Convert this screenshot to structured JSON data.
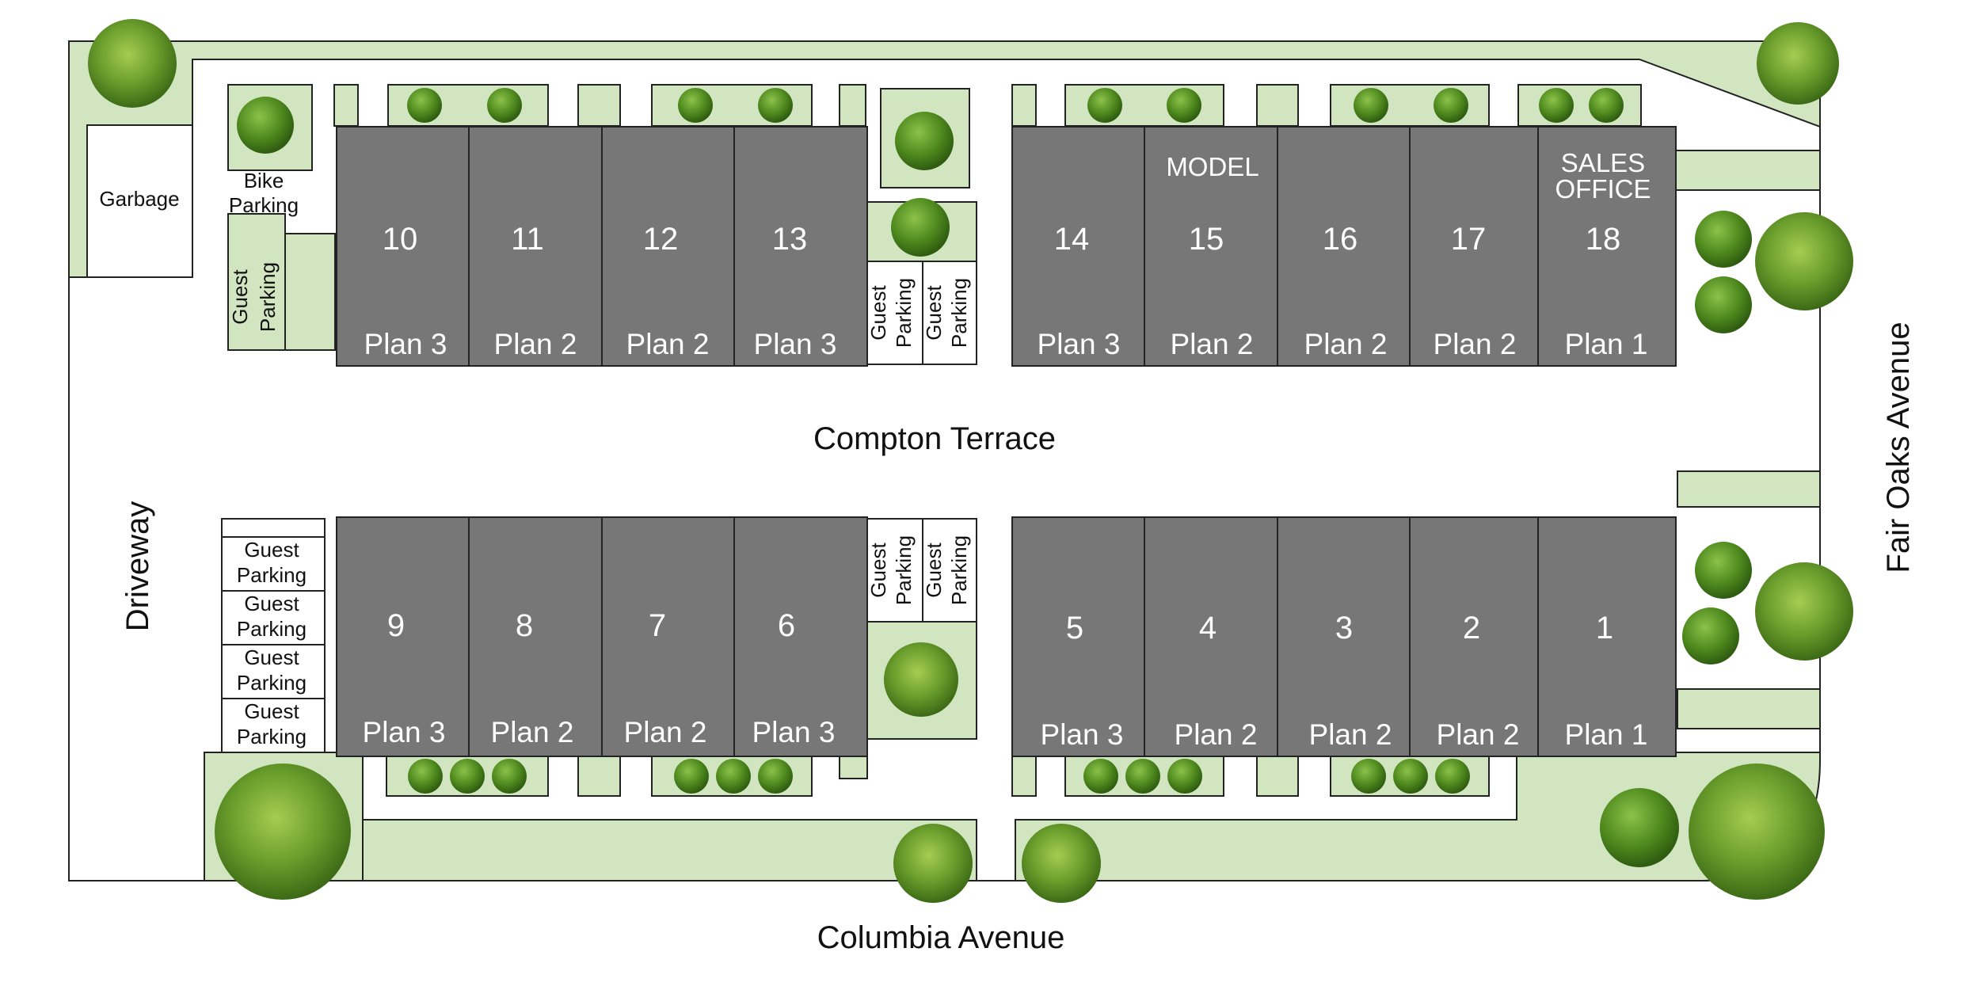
{
  "streets": {
    "compton": "Compton Terrace",
    "columbia": "Columbia Avenue",
    "fair_oaks": "Fair Oaks Avenue",
    "driveway": "Driveway"
  },
  "labels": {
    "garbage": "Garbage",
    "bike_line1": "Bike",
    "bike_line2": "Parking",
    "guest_line1": "Guest",
    "guest_line2": "Parking"
  },
  "units": [
    {
      "num": "10",
      "plan": "Plan 3"
    },
    {
      "num": "11",
      "plan": "Plan 2"
    },
    {
      "num": "12",
      "plan": "Plan 2"
    },
    {
      "num": "13",
      "plan": "Plan 3"
    },
    {
      "num": "14",
      "plan": "Plan 3"
    },
    {
      "num": "15",
      "plan": "Plan 2",
      "tag": "MODEL"
    },
    {
      "num": "16",
      "plan": "Plan 2"
    },
    {
      "num": "17",
      "plan": "Plan 2"
    },
    {
      "num": "18",
      "plan": "Plan 1",
      "tag": "SALES",
      "tag2": "OFFICE"
    },
    {
      "num": "9",
      "plan": "Plan 3"
    },
    {
      "num": "8",
      "plan": "Plan 2"
    },
    {
      "num": "7",
      "plan": "Plan 2"
    },
    {
      "num": "6",
      "plan": "Plan 3"
    },
    {
      "num": "5",
      "plan": "Plan 3"
    },
    {
      "num": "4",
      "plan": "Plan 2"
    },
    {
      "num": "3",
      "plan": "Plan 2"
    },
    {
      "num": "2",
      "plan": "Plan 2"
    },
    {
      "num": "1",
      "plan": "Plan 1"
    }
  ],
  "colors": {
    "grass": "#d1e6c0",
    "building": "#777777",
    "outline": "#222222",
    "tree": "#6a9e2c"
  },
  "icons": {
    "tree": "tree-icon",
    "shrub": "shrub-icon"
  }
}
